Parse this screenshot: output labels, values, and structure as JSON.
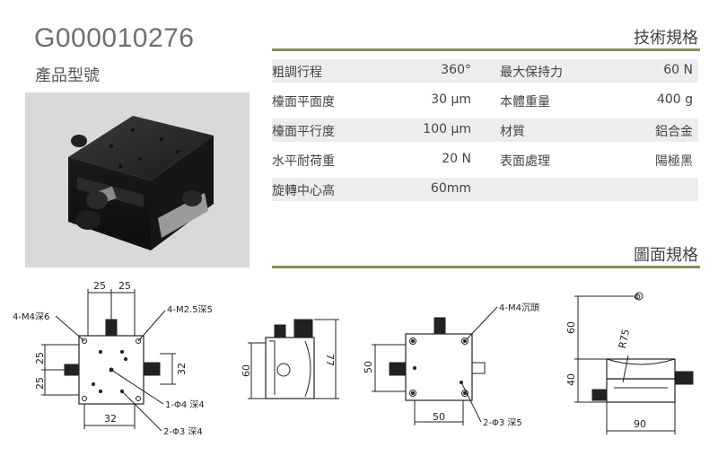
{
  "header": {
    "product_code": "G000010276",
    "subtitle": "產品型號"
  },
  "specs": {
    "title": "技術規格",
    "rows": [
      {
        "label1": "粗調行程",
        "value1": "360°",
        "label2": "最大保持力",
        "value2": "60 N"
      },
      {
        "label1": "檯面平面度",
        "value1": "30 µm",
        "label2": "本體重量",
        "value2": "400 g"
      },
      {
        "label1": "檯面平行度",
        "value1": "100 µm",
        "label2": "材質",
        "value2": "鋁合金"
      },
      {
        "label1": "水平耐荷重",
        "value1": "20 N",
        "label2": "表面處理",
        "value2": "陽極黑"
      },
      {
        "label1": "旋轉中心高",
        "value1": "60mm",
        "label2": "",
        "value2": ""
      }
    ]
  },
  "drawings": {
    "title": "圖面規格",
    "top_view": {
      "dim_left": "25",
      "dim_right": "25",
      "callout_m4": "4-M4深6",
      "callout_m25": "4-M2.5深5",
      "dim_y1": "25",
      "dim_y2": "25",
      "dim_32_right": "32",
      "dim_32_bottom": "32",
      "callout_phi4": "1-Φ4 深4",
      "callout_phi3": "2-Φ3 深4"
    },
    "side_view": {
      "dim_60": "60",
      "dim_77": "77"
    },
    "bottom_view": {
      "callout_m4": "4-M4沉頭",
      "dim_50_left": "50",
      "dim_50_bottom": "50",
      "callout_phi3": "2-Φ3 深5"
    },
    "profile_view": {
      "dim_60": "60",
      "dim_40": "40",
      "dim_r75": "R75",
      "dim_90": "90",
      "symbol": "Φ"
    }
  }
}
